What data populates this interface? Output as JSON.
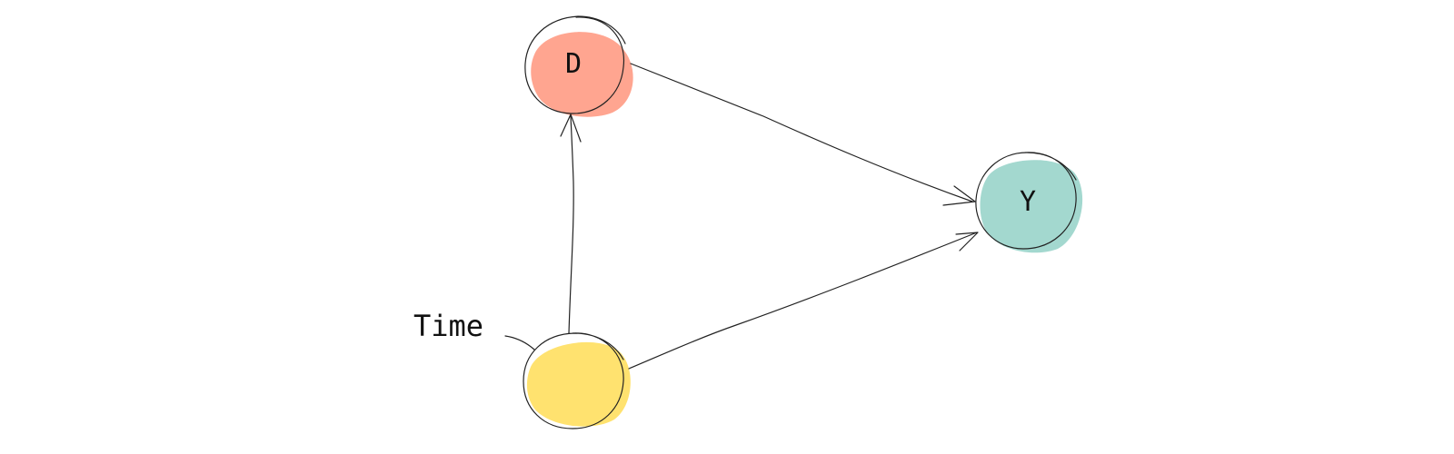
{
  "diagram": {
    "nodes": {
      "d": {
        "label": "D",
        "color": "#ffa590"
      },
      "y": {
        "label": "Y",
        "color": "#a3d8cf"
      },
      "time": {
        "label": "",
        "color": "#ffe26f"
      }
    },
    "annotations": {
      "time": "Time"
    },
    "edges": [
      {
        "from": "Time",
        "to": "D"
      },
      {
        "from": "Time",
        "to": "Y"
      },
      {
        "from": "D",
        "to": "Y"
      }
    ]
  }
}
